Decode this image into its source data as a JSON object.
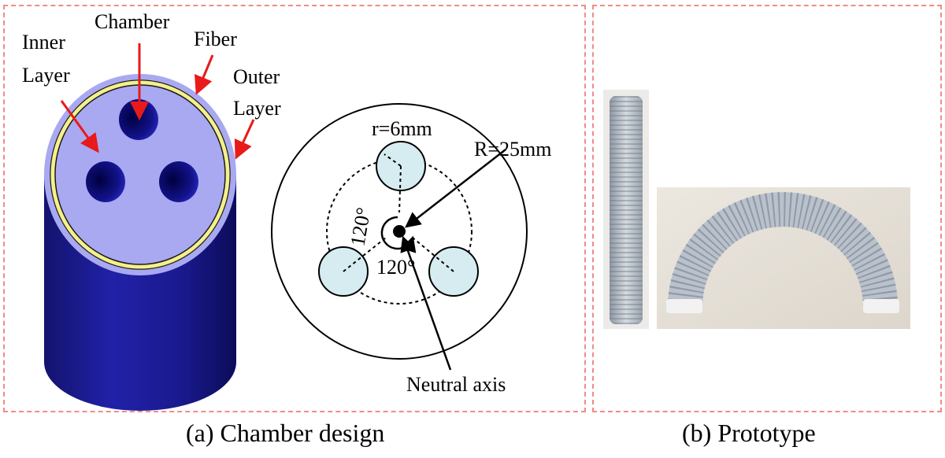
{
  "panel_a": {
    "caption": "(a) Chamber design",
    "labels": {
      "chamber": "Chamber",
      "fiber": "Fiber",
      "inner_layer_1": "Inner",
      "inner_layer_2": "Layer",
      "outer_layer_1": "Outer",
      "outer_layer_2": "Layer",
      "small_radius": "r=6mm",
      "large_radius": "R=25mm",
      "angle_left": "120°",
      "angle_bottom": "120°",
      "neutral_axis": "Neutral axis"
    },
    "colors": {
      "cylinder_body": "#1a1a8c",
      "outer_layer": "#a9a9f2",
      "fiber": "#f4f08a",
      "chamber_hole": "#0d0d6b",
      "chamber_section": "#d7ecf0",
      "arrow": "#e81a1a"
    }
  },
  "panel_b": {
    "caption": "(b) Prototype"
  },
  "border_color": "#f08a8a"
}
